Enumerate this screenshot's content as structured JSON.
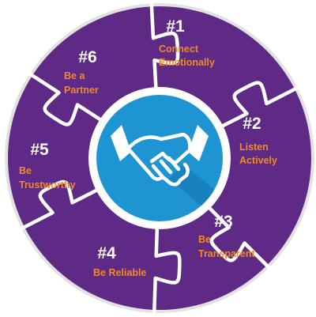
{
  "colors": {
    "ring": "#5f2a86",
    "ring_edge": "#e2e2e2",
    "seam": "#ffffff",
    "accent": "#ee8a2b",
    "hub_outer": "#ffffff",
    "hub": "#1e94d2",
    "hub_shadow": "#1372a8",
    "icon": "#ffffff"
  },
  "hub": {
    "icon": "handshake-icon"
  },
  "pieces": [
    {
      "number": "#1",
      "lines": [
        "Connect",
        "Emotionally"
      ]
    },
    {
      "number": "#2",
      "lines": [
        "Listen",
        "Actively"
      ]
    },
    {
      "number": "#3",
      "lines": [
        "Be",
        "Transparent"
      ]
    },
    {
      "number": "#4",
      "lines": [
        "Be Reliable"
      ]
    },
    {
      "number": "#5",
      "lines": [
        "Be",
        "Trustworthy"
      ]
    },
    {
      "number": "#6",
      "lines": [
        "Be a",
        "Partner"
      ]
    }
  ]
}
